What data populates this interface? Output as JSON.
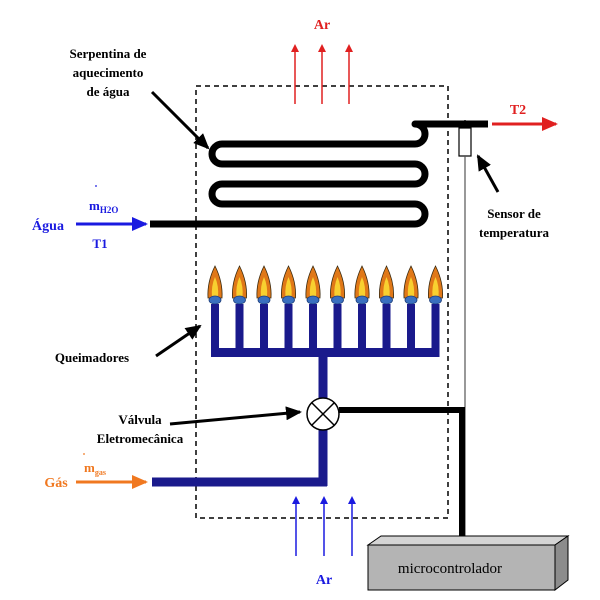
{
  "labels": {
    "air_top": "Ar",
    "air_bottom": "Ar",
    "coil_line1": "Serpentina de",
    "coil_line2": "aquecimento",
    "coil_line3": "de água",
    "water": "Água",
    "water_flow_main": "m",
    "water_flow_sub": "H2O",
    "water_temp": "T1",
    "outlet_temp": "T2",
    "sensor_line1": "Sensor de",
    "sensor_line2": "temperatura",
    "burners": "Queimadores",
    "valve_line1": "Válvula",
    "valve_line2": "Eletromecânica",
    "gas": "Gás",
    "gas_flow_main": "m",
    "gas_flow_sub": "gas",
    "controller": "microcontrolador"
  },
  "colors": {
    "air": "#e02020",
    "air_in": "#1a1ae0",
    "water": "#1a1ae0",
    "outlet": "#e02020",
    "gas": "#f07820",
    "pipe": "#000000",
    "gas_pipe": "#1a1a8c",
    "controller_fill": "#b4b4b4",
    "controller_top": "#d4d4d4",
    "controller_side": "#8c8c8c",
    "flame_outer": "#e07818",
    "flame_inner": "#f8d030",
    "flame_base": "#3a70c0"
  },
  "icons": {
    "valve": "valve-x-icon",
    "flame": "flame-icon",
    "sensor": "temperature-sensor-icon"
  }
}
